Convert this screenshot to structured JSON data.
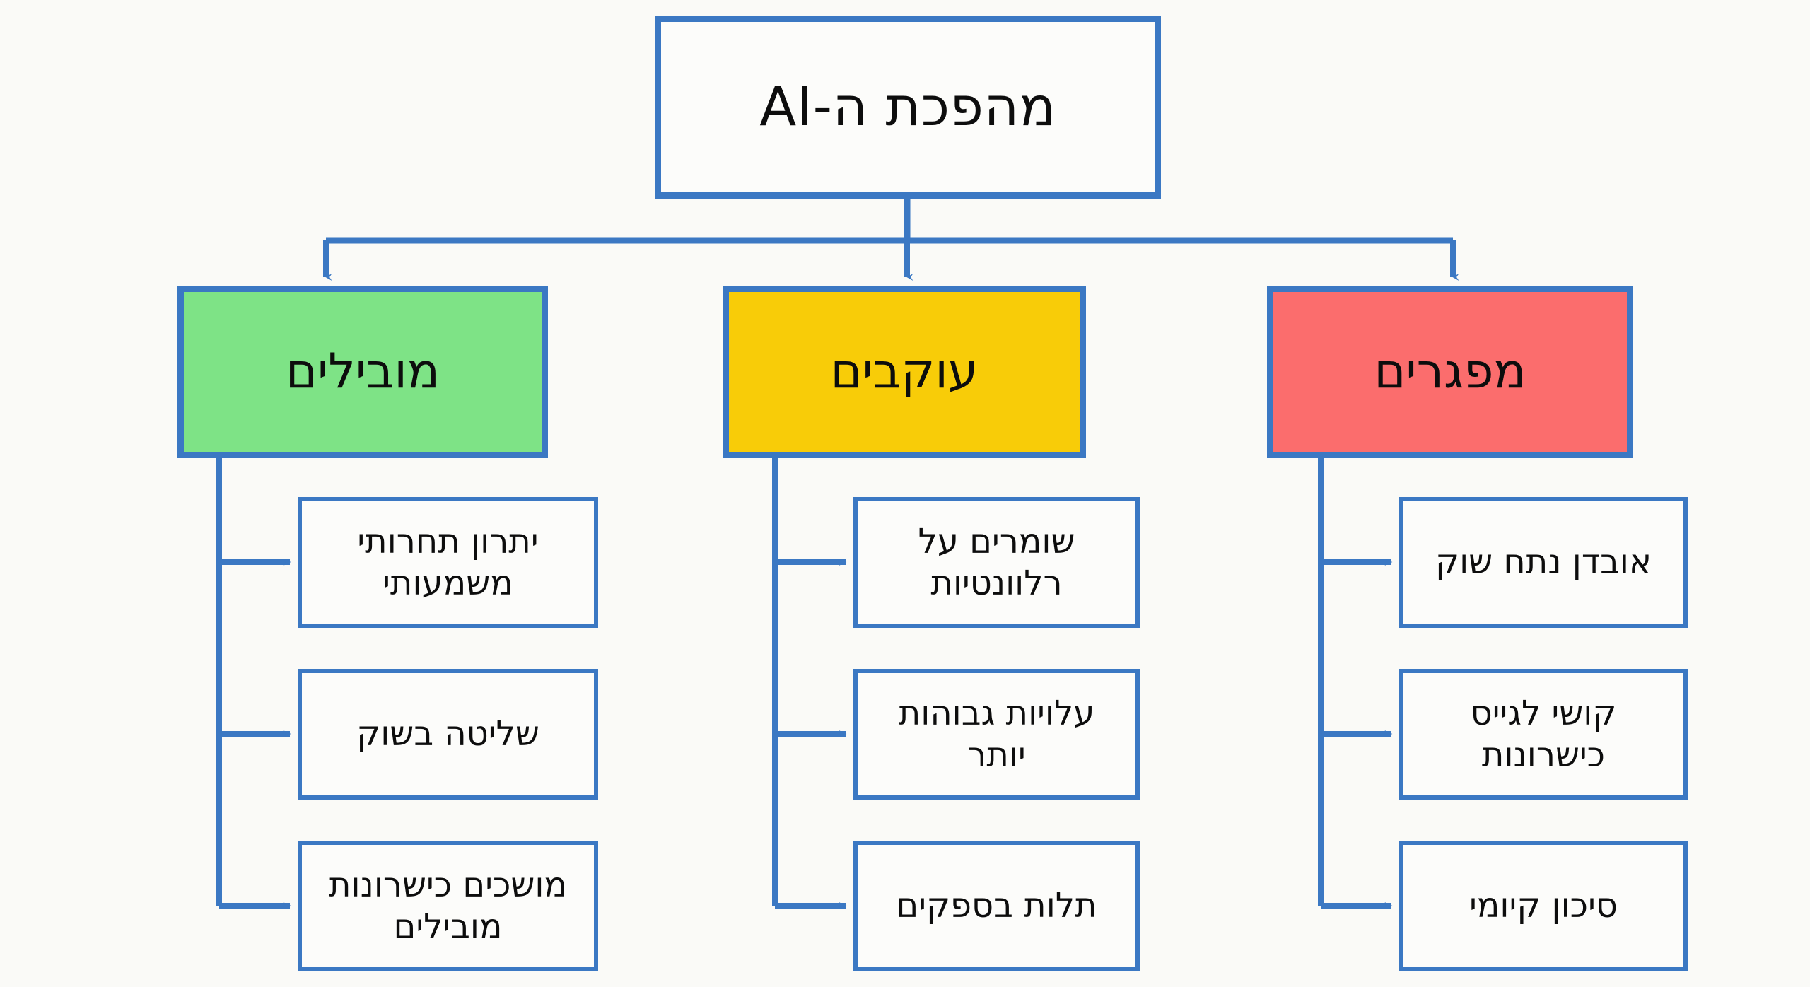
{
  "diagram": {
    "title": "מהפכת ה-AI",
    "accent_color": "#3b78c3",
    "background_color": "#fafaf7",
    "root": {
      "label": "מהפכת ה-AI"
    },
    "categories": [
      {
        "id": "leaders",
        "label": "מובילים",
        "fill": "#7ee386",
        "children": [
          {
            "label": "יתרון תחרותי\nמשמעותי"
          },
          {
            "label": "שליטה בשוק"
          },
          {
            "label": "מושכים כישרונות\nמובילים"
          }
        ]
      },
      {
        "id": "followers",
        "label": "עוקבים",
        "fill": "#f8cc08",
        "children": [
          {
            "label": "שומרים על\nרלוונטיות"
          },
          {
            "label": "עלויות גבוהות\nיותר"
          },
          {
            "label": "תלות בספקים"
          }
        ]
      },
      {
        "id": "laggards",
        "label": "מפגרים",
        "fill": "#fb6d6d",
        "children": [
          {
            "label": "אובדן נתח שוק"
          },
          {
            "label": "קושי לגייס\nכישרונות"
          },
          {
            "label": "סיכון קיומי"
          }
        ]
      }
    ]
  }
}
